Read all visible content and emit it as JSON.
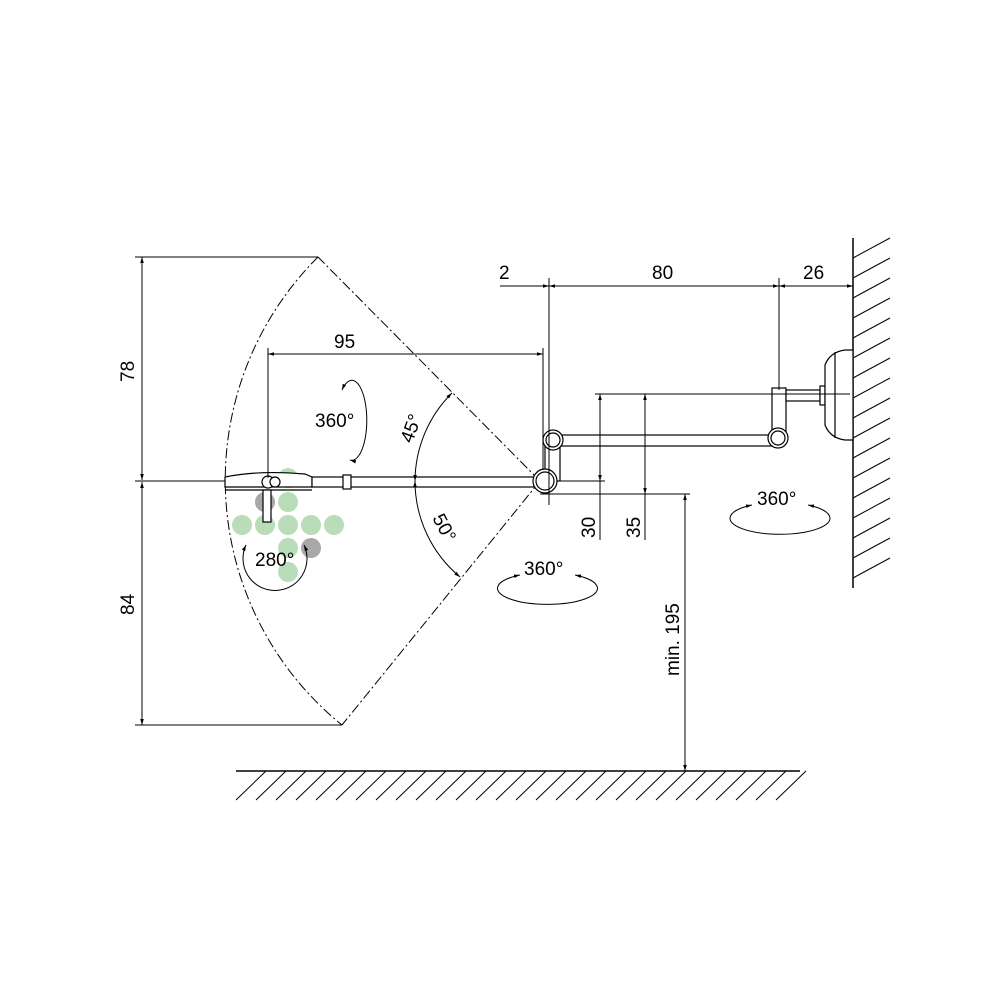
{
  "dimensions": {
    "offset_2": "2",
    "arm_80": "80",
    "wall_26": "26",
    "reach_95": "95",
    "up_78": "78",
    "down_84": "84",
    "h_30": "30",
    "h_35": "35",
    "min_height": "min. 195"
  },
  "angles": {
    "up": "45°",
    "down": "50°",
    "head_rotation": "360°",
    "joint_rotation": "360°",
    "wall_rotation": "360°",
    "head_tilt": "280°"
  },
  "colors": {
    "line": "#000000",
    "dot_green": "#b9dcb9",
    "dot_gray": "#a8a8a8"
  }
}
